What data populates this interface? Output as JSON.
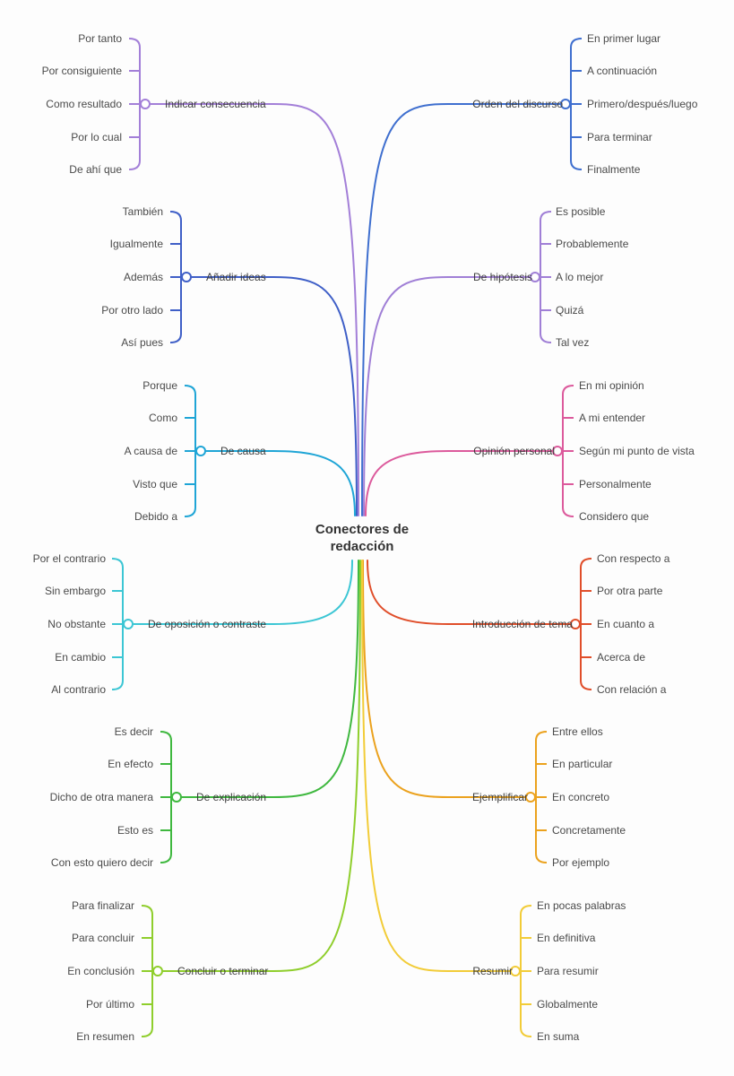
{
  "center": {
    "title_line1": "Conectores de",
    "title_line2": "redacción"
  },
  "branches": [
    {
      "label": "Indicar consecuencia",
      "side": "left",
      "color": "#a37fd8",
      "items": [
        "Por tanto",
        "Por consiguiente",
        "Como resultado",
        "Por lo cual",
        "De ahí que"
      ]
    },
    {
      "label": "Orden del discurso",
      "side": "right",
      "color": "#3f6fcf",
      "items": [
        "En primer lugar",
        "A continuación",
        "Primero/después/luego",
        "Para terminar",
        "Finalmente"
      ]
    },
    {
      "label": "Añadir ideas",
      "side": "left",
      "color": "#3f5fc7",
      "items": [
        "También",
        "Igualmente",
        "Además",
        "Por otro lado",
        "Así pues"
      ]
    },
    {
      "label": "De hipótesis",
      "side": "right",
      "color": "#a07fd6",
      "items": [
        "Es posible",
        "Probablemente",
        "A lo mejor",
        "Quizá",
        "Tal vez"
      ]
    },
    {
      "label": "De causa",
      "side": "left",
      "color": "#1fa5d6",
      "items": [
        "Porque",
        "Como",
        "A causa de",
        "Visto que",
        "Debido a"
      ]
    },
    {
      "label": "Opinión personal",
      "side": "right",
      "color": "#dc5a9c",
      "items": [
        "En mi opinión",
        "A mi entender",
        "Según mi punto de vista",
        "Personalmente",
        "Considero que"
      ]
    },
    {
      "label": "De oposición o contraste",
      "side": "left",
      "color": "#3cc6d4",
      "items": [
        "Por el contrario",
        "Sin embargo",
        "No obstante",
        "En cambio",
        "Al contrario"
      ]
    },
    {
      "label": "Introducción de tema",
      "side": "right",
      "color": "#e04e2a",
      "items": [
        "Con respecto a",
        "Por otra parte",
        "En cuanto a",
        "Acerca de",
        "Con relación a"
      ]
    },
    {
      "label": "De explicación",
      "side": "left",
      "color": "#3fb83f",
      "items": [
        "Es decir",
        "En efecto",
        "Dicho de otra manera",
        "Esto es",
        "Con esto quiero decir"
      ]
    },
    {
      "label": "Ejemplificar",
      "side": "right",
      "color": "#eba21e",
      "items": [
        "Entre ellos",
        "En particular",
        "En concreto",
        "Concretamente",
        "Por ejemplo"
      ]
    },
    {
      "label": "Concluir o terminar",
      "side": "left",
      "color": "#8fce2c",
      "items": [
        "Para finalizar",
        "Para concluir",
        "En conclusión",
        "Por último",
        "En resumen"
      ]
    },
    {
      "label": "Resumir",
      "side": "right",
      "color": "#f2cc38",
      "items": [
        "En pocas palabras",
        "En definitiva",
        "Para resumir",
        "Globalmente",
        "En suma"
      ]
    }
  ]
}
